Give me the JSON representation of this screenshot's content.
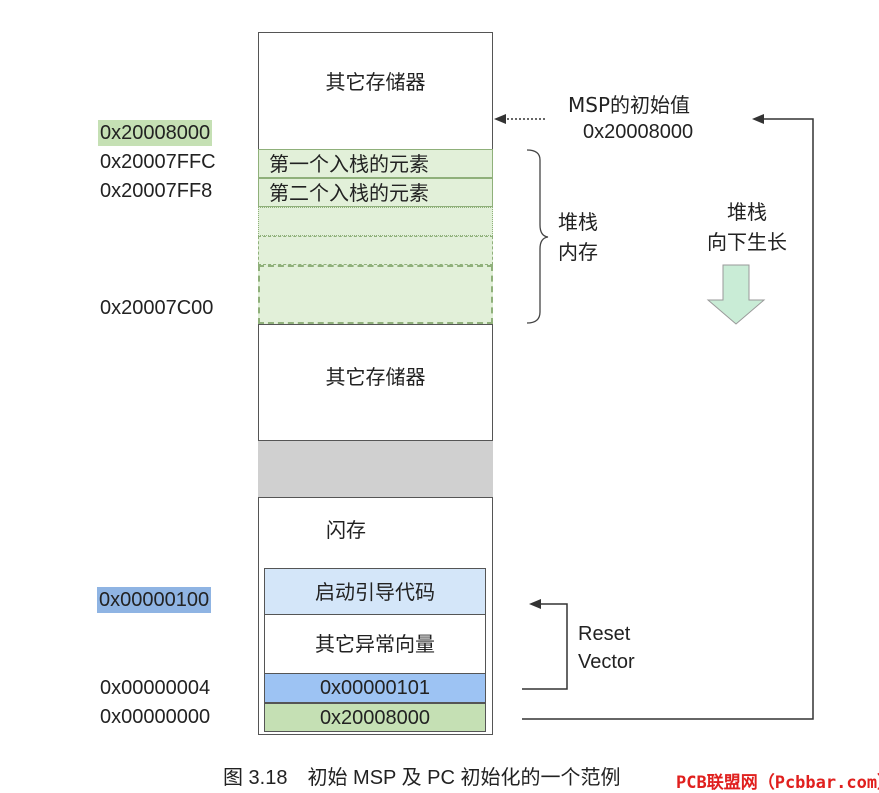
{
  "memory_column": {
    "upper_other_storage": "其它存储器",
    "stack_first": "第一个入栈的元素",
    "stack_second": "第二个入栈的元素",
    "middle_other_storage": "其它存储器",
    "flash": "闪存",
    "boot_code": "启动引导代码",
    "other_vectors": "其它异常向量",
    "reset_vector_value": "0x00000101",
    "msp_init_value": "0x20008000"
  },
  "addresses": {
    "a1": "0x20008000",
    "a2": "0x20007FFC",
    "a3": "0x20007FF8",
    "a4": "0x20007C00",
    "a5": "0x00000100",
    "a6": "0x00000004",
    "a7": "0x00000000"
  },
  "annotations": {
    "msp_label": "MSP的初始值",
    "msp_value": "0x20008000",
    "stack_memory_line1": "堆栈",
    "stack_memory_line2": "内存",
    "stack_growth_line1": "堆栈",
    "stack_growth_line2": "向下生长",
    "reset_line1": "Reset",
    "reset_line2": "Vector"
  },
  "caption": "图 3.18　初始 MSP 及 PC 初始化的一个范例",
  "watermark": "PCB联盟网（Pcbbar.com）",
  "colors": {
    "stack_green": "#e2f0d9",
    "stack_border": "#8fb07a",
    "addr_green": "#c5e0b4",
    "gray_block": "#d0d0d0",
    "boot_blue": "#d4e6f9",
    "reset_blue": "#9dc3f3",
    "addr_blue": "#8fb4e3",
    "arrow_green": "#c9ecd6"
  }
}
